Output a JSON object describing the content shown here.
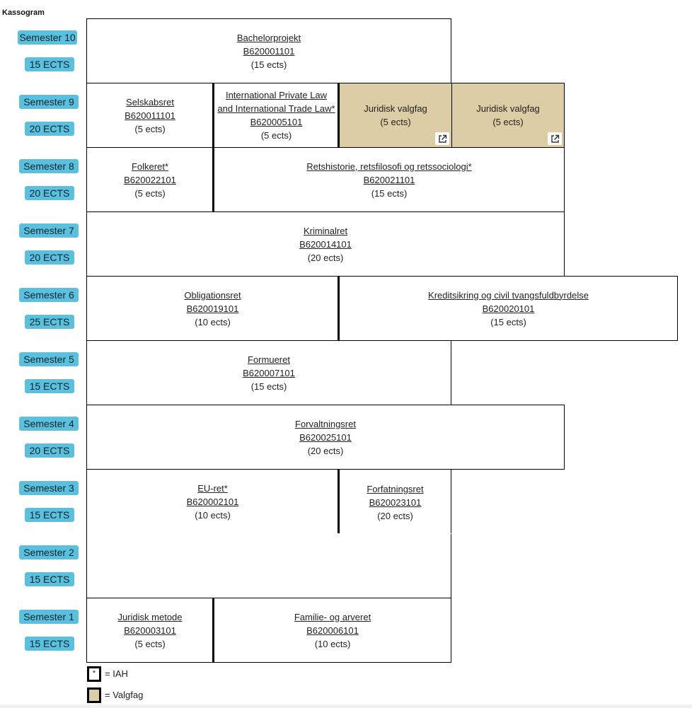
{
  "title": "Kassogram",
  "semesters": [
    {
      "semester": "Semester 10",
      "ects": "15 ECTS"
    },
    {
      "semester": "Semester 9",
      "ects": "20 ECTS"
    },
    {
      "semester": "Semester 8",
      "ects": "20 ECTS"
    },
    {
      "semester": "Semester 7",
      "ects": "20 ECTS"
    },
    {
      "semester": "Semester 6",
      "ects": "25 ECTS"
    },
    {
      "semester": "Semester 5",
      "ects": "15 ECTS"
    },
    {
      "semester": "Semester 4",
      "ects": "20 ECTS"
    },
    {
      "semester": "Semester 3",
      "ects": "15 ECTS"
    },
    {
      "semester": "Semester 2",
      "ects": "15 ECTS"
    },
    {
      "semester": "Semester 1",
      "ects": "15 ECTS"
    }
  ],
  "courses": {
    "bachelorprojekt": {
      "name": "Bachelorprojekt",
      "code": "B620001101",
      "ects": "(15 ects)"
    },
    "selskabsret": {
      "name": "Selskabsret",
      "code": "B620011101",
      "ects": "(5 ects)"
    },
    "intl_private_law": {
      "name_line1": "International Private Law",
      "name_line2": "and International Trade Law*",
      "code": "B620005101",
      "ects": "(5 ects)"
    },
    "juridisk_valgfag_1": {
      "name": "Juridisk valgfag",
      "ects": "(5 ects)"
    },
    "juridisk_valgfag_2": {
      "name": "Juridisk valgfag",
      "ects": "(5 ects)"
    },
    "folkeret": {
      "name": "Folkeret*",
      "code": "B620022101",
      "ects": "(5 ects)"
    },
    "retshistorie": {
      "name": "Retshistorie, retsfilosofi og retssociologi*",
      "code": "B620021101",
      "ects": "(15 ects)"
    },
    "kriminalret": {
      "name": "Kriminalret",
      "code": "B620014101",
      "ects": "(20 ects)"
    },
    "obligationsret": {
      "name": "Obligationsret",
      "code": "B620019101",
      "ects": "(10 ects)"
    },
    "kreditsikring": {
      "name": "Kreditsikring og civil tvangsfuldbyrdelse",
      "code": "B620020101",
      "ects": "(15 ects)"
    },
    "formueret": {
      "name": "Formueret",
      "code": "B620007101",
      "ects": "(15 ects)"
    },
    "forvaltningsret": {
      "name": "Forvaltningsret",
      "code": "B620025101",
      "ects": "(20 ects)"
    },
    "eu_ret": {
      "name": "EU-ret*",
      "code": "B620002101",
      "ects": "(10 ects)"
    },
    "forfatningsret": {
      "name": "Forfatningsret",
      "code": "B620023101",
      "ects": "(20 ects)"
    },
    "juridisk_metode": {
      "name": "Juridisk metode",
      "code": "B620003101",
      "ects": "(5 ects)"
    },
    "familie_arveret": {
      "name": "Familie- og arveret",
      "code": "B620006101",
      "ects": "(10 ects)"
    }
  },
  "legend": {
    "iah_symbol": "*",
    "iah_label": "= IAH",
    "valgfag_label": "= Valgfag"
  },
  "colors": {
    "pill": "#5bc0de",
    "valgfag": "#dccda6"
  },
  "icons": {
    "external_link": "external-link-icon"
  }
}
